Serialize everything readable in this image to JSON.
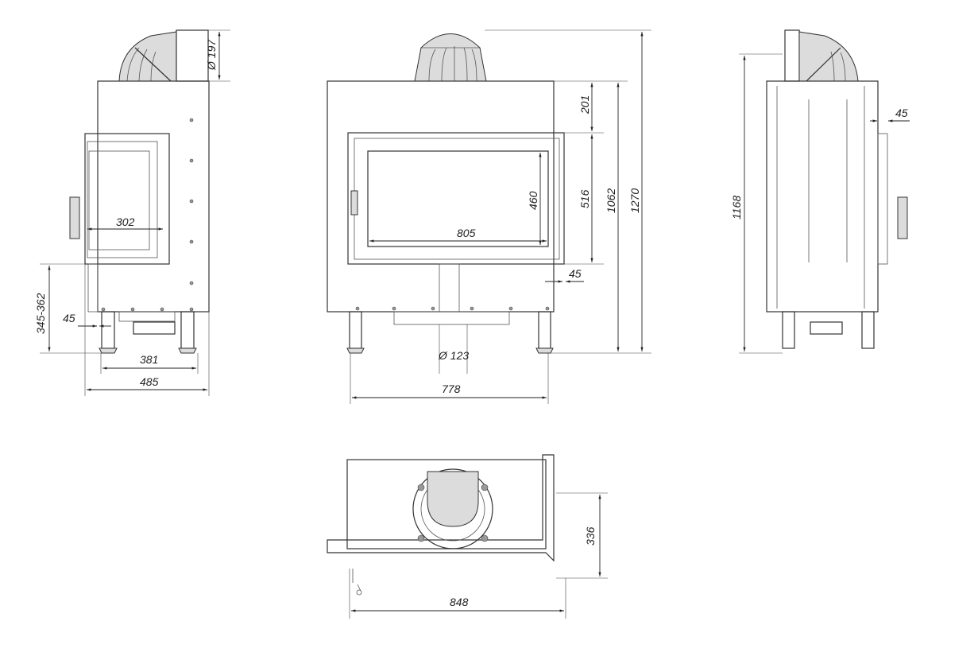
{
  "drawing": {
    "side_view": {
      "flue_diameter": "Ø 197",
      "door_width": "302",
      "floor_height": "345-362",
      "offset": "45",
      "leg_spacing": "381",
      "depth": "485"
    },
    "front_view": {
      "top_height": "201",
      "door_height": "516",
      "body_height": "1062",
      "total_height": "1270",
      "glass_height": "460",
      "glass_width": "805",
      "offset": "45",
      "air_inlet_diameter": "Ø 123",
      "width": "778"
    },
    "right_view": {
      "flue_height": "1168",
      "offset": "45"
    },
    "top_view": {
      "depth": "336",
      "width": "848"
    }
  }
}
